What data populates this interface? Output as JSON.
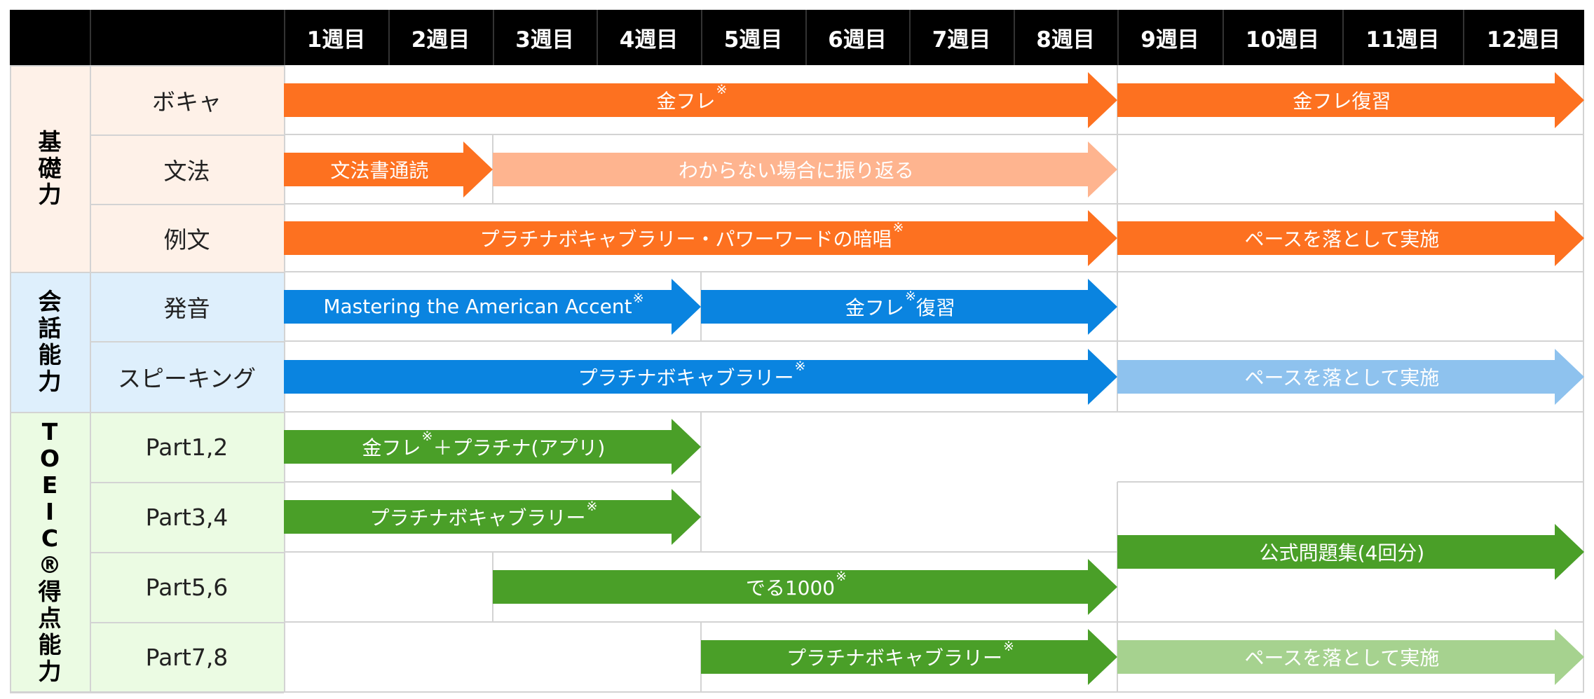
{
  "header": {
    "weeks": [
      "1週目",
      "2週目",
      "3週目",
      "4週目",
      "5週目",
      "6週目",
      "7週目",
      "8週目",
      "9週目",
      "10週目",
      "11週目",
      "12週目"
    ]
  },
  "categories": [
    {
      "id": "kiso",
      "label": "基礎力",
      "chars": [
        "基",
        "礎",
        "力"
      ],
      "bg": "#fef1e8",
      "rows": [
        0,
        2
      ]
    },
    {
      "id": "kaiwa",
      "label": "会話能力",
      "chars": [
        "会",
        "話",
        "能",
        "力"
      ],
      "bg": "#deeffc",
      "rows": [
        3,
        4
      ]
    },
    {
      "id": "toeic",
      "label": "TOEIC®得点能力",
      "chars": [
        "T",
        "O",
        "E",
        "I",
        "C",
        "®",
        "得",
        "点",
        "能",
        "力"
      ],
      "bg": "#ebfbe3",
      "rows": [
        5,
        8
      ]
    }
  ],
  "rows": [
    {
      "id": "vocab",
      "label": "ボキャ",
      "bg": "#fef1e8"
    },
    {
      "id": "grammar",
      "label": "文法",
      "bg": "#fef1e8"
    },
    {
      "id": "example",
      "label": "例文",
      "bg": "#fef1e8"
    },
    {
      "id": "pronunciation",
      "label": "発音",
      "bg": "#deeffc"
    },
    {
      "id": "speaking",
      "label": "スピーキング",
      "bg": "#deeffc"
    },
    {
      "id": "part12",
      "label": "Part1,2",
      "bg": "#ebfbe3"
    },
    {
      "id": "part34",
      "label": "Part3,4",
      "bg": "#ebfbe3"
    },
    {
      "id": "part56",
      "label": "Part5,6",
      "bg": "#ebfbe3"
    },
    {
      "id": "part78",
      "label": "Part7,8",
      "bg": "#ebfbe3"
    }
  ],
  "colors": {
    "orange": "#fd7120",
    "orange_light": "#feb48f",
    "blue": "#0a84e0",
    "blue_light": "#8ec2ee",
    "green": "#4a9f28",
    "green_light": "#a6d28f"
  },
  "tasks": [
    {
      "id": "kinfure",
      "text": "金フレ",
      "mark": "※",
      "suffix": "",
      "color": "orange",
      "row_start": 0,
      "row_end": 0,
      "week_start": 1,
      "week_end": 8
    },
    {
      "id": "kinfure-review",
      "text": "金フレ復習",
      "mark": "",
      "suffix": "",
      "color": "orange",
      "row_start": 0,
      "row_end": 0,
      "week_start": 9,
      "week_end": 12
    },
    {
      "id": "grammar-book",
      "text": "文法書通読",
      "mark": "",
      "suffix": "",
      "color": "orange",
      "row_start": 1,
      "row_end": 1,
      "week_start": 1,
      "week_end": 2
    },
    {
      "id": "grammar-lookback",
      "text": "わからない場合に振り返る",
      "mark": "",
      "suffix": "",
      "color": "orange_light",
      "row_start": 1,
      "row_end": 1,
      "week_start": 3,
      "week_end": 8
    },
    {
      "id": "platinum-recite",
      "text": "プラチナボキャブラリー・パワーワードの暗唱",
      "mark": "※",
      "suffix": "",
      "color": "orange",
      "row_start": 2,
      "row_end": 2,
      "week_start": 1,
      "week_end": 8
    },
    {
      "id": "example-pace",
      "text": "ペースを落として実施",
      "mark": "",
      "suffix": "",
      "color": "orange",
      "row_start": 2,
      "row_end": 2,
      "week_start": 9,
      "week_end": 12
    },
    {
      "id": "american-accent",
      "text": "Mastering the American Accent",
      "mark": "※",
      "suffix": "",
      "color": "blue",
      "row_start": 3,
      "row_end": 3,
      "week_start": 1,
      "week_end": 4
    },
    {
      "id": "kinfure-review-pron",
      "text": "金フレ",
      "mark": "※",
      "suffix": "復習",
      "color": "blue",
      "row_start": 3,
      "row_end": 3,
      "week_start": 5,
      "week_end": 8
    },
    {
      "id": "platinum-speaking",
      "text": "プラチナボキャブラリー",
      "mark": "※",
      "suffix": "",
      "color": "blue",
      "row_start": 4,
      "row_end": 4,
      "week_start": 1,
      "week_end": 8
    },
    {
      "id": "speaking-pace",
      "text": "ペースを落として実施",
      "mark": "",
      "suffix": "",
      "color": "blue_light",
      "row_start": 4,
      "row_end": 4,
      "week_start": 9,
      "week_end": 12
    },
    {
      "id": "kinfure-platinum-app",
      "text": "金フレ",
      "mark": "※",
      "suffix": "＋プラチナ(アプリ)",
      "color": "green",
      "row_start": 5,
      "row_end": 5,
      "week_start": 1,
      "week_end": 4
    },
    {
      "id": "platinum-part34",
      "text": "プラチナボキャブラリー",
      "mark": "※",
      "suffix": "",
      "color": "green",
      "row_start": 6,
      "row_end": 6,
      "week_start": 1,
      "week_end": 4
    },
    {
      "id": "official-questions",
      "text": "公式問題集(4回分)",
      "mark": "",
      "suffix": "",
      "color": "green",
      "row_start": 6,
      "row_end": 7,
      "week_start": 9,
      "week_end": 12
    },
    {
      "id": "deru1000",
      "text": "でる1000",
      "mark": "※",
      "suffix": "",
      "color": "green",
      "row_start": 7,
      "row_end": 7,
      "week_start": 3,
      "week_end": 8
    },
    {
      "id": "platinum-part78",
      "text": "プラチナボキャブラリー",
      "mark": "※",
      "suffix": "",
      "color": "green",
      "row_start": 8,
      "row_end": 8,
      "week_start": 5,
      "week_end": 8
    },
    {
      "id": "part78-pace",
      "text": "ペースを落として実施",
      "mark": "",
      "suffix": "",
      "color": "green_light",
      "row_start": 8,
      "row_end": 8,
      "week_start": 9,
      "week_end": 12
    }
  ]
}
